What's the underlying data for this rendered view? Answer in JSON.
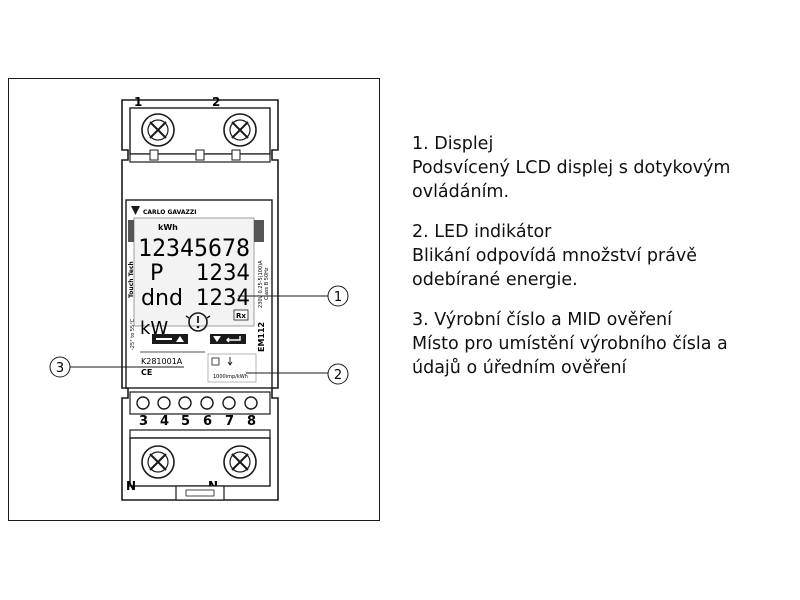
{
  "meter": {
    "terminals_top": [
      "1",
      "2"
    ],
    "terminals_bottom": [
      "3",
      "4",
      "5",
      "6",
      "7",
      "8"
    ],
    "terminals_neutral": [
      "N",
      "N"
    ],
    "brand": "CARLO GAVAZZI",
    "unit_label": "kWh",
    "lcd_row1": "12345678",
    "lcd_row2_left": "P",
    "lcd_row2_right": "1234",
    "lcd_row3_left": "dnd",
    "lcd_row3_right": "1234",
    "lcd_kw": "kW",
    "lcd_rx": "Rx",
    "side_label": "Touch Tech",
    "model": "EM112",
    "specs_line1": "230V 0.25-5(100)A",
    "specs_line2": "Class B   50Hz",
    "temp_range": "-25° to 55°C",
    "serial": "K281001A",
    "ce_mark": "CE",
    "impulse": "1000imp/kWh"
  },
  "callouts": [
    "1",
    "2",
    "3"
  ],
  "legend": [
    {
      "title": "1. Displej",
      "text": "Podsvícený LCD displej s dotykovým\novládáním."
    },
    {
      "title": "2. LED indikátor",
      "text": "Blikání odpovídá množství právě\nodebírané energie."
    },
    {
      "title": "3. Výrobní číslo a MID ověření",
      "text": "Místo pro umístění výrobního čísla a\núdajů o úředním ověření"
    }
  ]
}
